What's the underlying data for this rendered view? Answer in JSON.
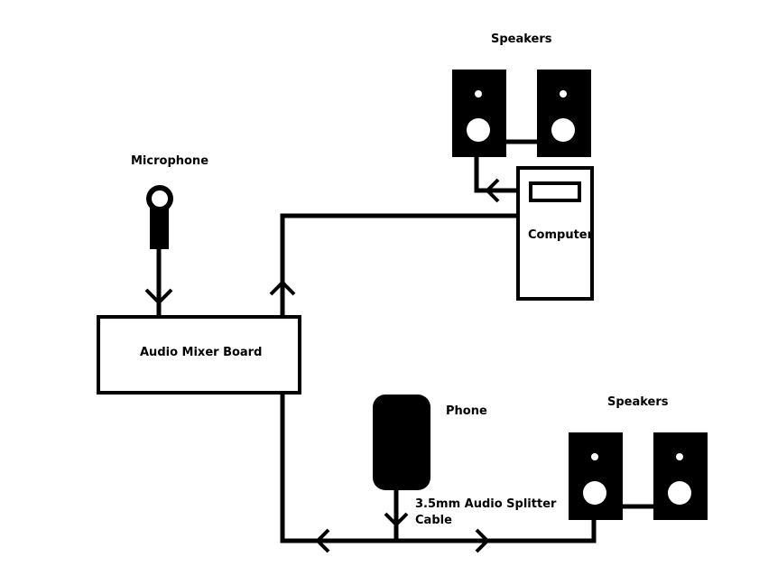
{
  "labels": {
    "speakers_top": "Speakers",
    "microphone": "Microphone",
    "computer": "Computer",
    "audio_mixer": "Audio Mixer Board",
    "phone": "Phone",
    "speakers_bottom": "Speakers",
    "splitter_line1": "3.5mm Audio Splitter",
    "splitter_line2": "Cable"
  },
  "colors": {
    "ink": "#000000",
    "background": "#ffffff"
  }
}
